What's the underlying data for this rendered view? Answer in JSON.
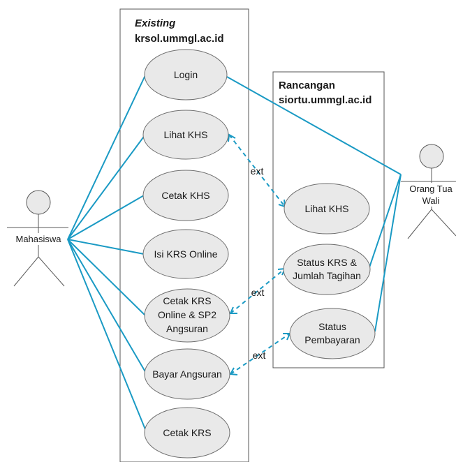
{
  "existing_system": {
    "title_line1": "Existing",
    "title_line2": "krsol.ummgl.ac.id",
    "use_cases": [
      {
        "id": "login",
        "lines": [
          "Login"
        ]
      },
      {
        "id": "lihat-khs",
        "lines": [
          "Lihat KHS"
        ]
      },
      {
        "id": "cetak-khs",
        "lines": [
          "Cetak KHS"
        ]
      },
      {
        "id": "isi-krs-online",
        "lines": [
          "Isi KRS Online"
        ]
      },
      {
        "id": "cetak-krs-online",
        "lines": [
          "Cetak KRS",
          "Online & SP2",
          "Angsuran"
        ]
      },
      {
        "id": "bayar-angsuran",
        "lines": [
          "Bayar Angsuran"
        ]
      },
      {
        "id": "cetak-krs",
        "lines": [
          "Cetak KRS"
        ]
      }
    ]
  },
  "proposed_system": {
    "title_line1": "Rancangan",
    "title_line2": "siortu.ummgl.ac.id",
    "use_cases": [
      {
        "id": "lihat-khs-ortu",
        "lines": [
          "Lihat KHS"
        ]
      },
      {
        "id": "status-krs",
        "lines": [
          "Status KRS &",
          "Jumlah Tagihan"
        ]
      },
      {
        "id": "status-pembayaran",
        "lines": [
          "Status",
          "Pembayaran"
        ]
      }
    ]
  },
  "actors": {
    "mahasiswa": "Mahasiswa",
    "orang_tua_line1": "Orang Tua",
    "orang_tua_line2": "Wali"
  },
  "extend_label": "ext",
  "colors": {
    "line": "#1a9ac4",
    "ellipse_fill": "#e9e9e9",
    "outline": "#6e6e6e"
  }
}
